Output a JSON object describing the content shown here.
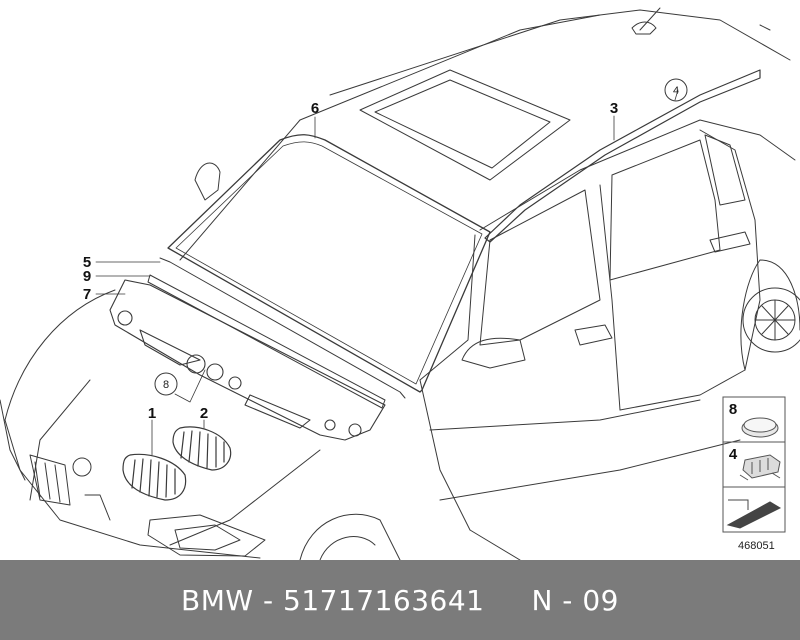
{
  "diagram": {
    "callouts": {
      "c1": "1",
      "c2": "2",
      "c3": "3",
      "c4": "4",
      "c5": "5",
      "c6": "6",
      "c7": "7",
      "c8": "8",
      "c9": "9"
    },
    "legend": {
      "item_8": "8",
      "item_4": "4"
    },
    "reference_number": "468051"
  },
  "footer": {
    "text": "BMW - 51717163641     N - 09"
  },
  "colors": {
    "line": "#3a3a3a",
    "footer_bg": "#7b7b7b",
    "footer_text": "#ffffff"
  }
}
